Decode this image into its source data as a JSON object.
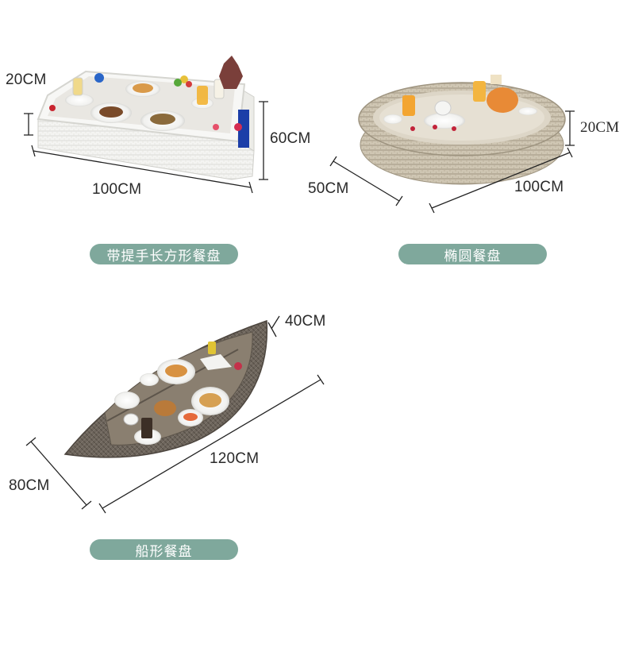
{
  "products": [
    {
      "id": "rect-tray",
      "label": "带提手长方形餐盘",
      "dims": {
        "height": "20CM",
        "width": "60CM",
        "length": "100CM"
      }
    },
    {
      "id": "oval-tray",
      "label": "椭圆餐盘",
      "dims": {
        "height": "20CM",
        "width": "50CM",
        "length": "100CM"
      }
    },
    {
      "id": "boat-tray",
      "label": "船形餐盘",
      "dims": {
        "height": "40CM",
        "width": "80CM",
        "length": "120CM"
      }
    }
  ],
  "colors": {
    "pill_bg": "#7fa89c",
    "white_rattan": "#f3f3f1",
    "beige_rattan": "#cfc6b4",
    "brown_rattan": "#6b6259"
  }
}
